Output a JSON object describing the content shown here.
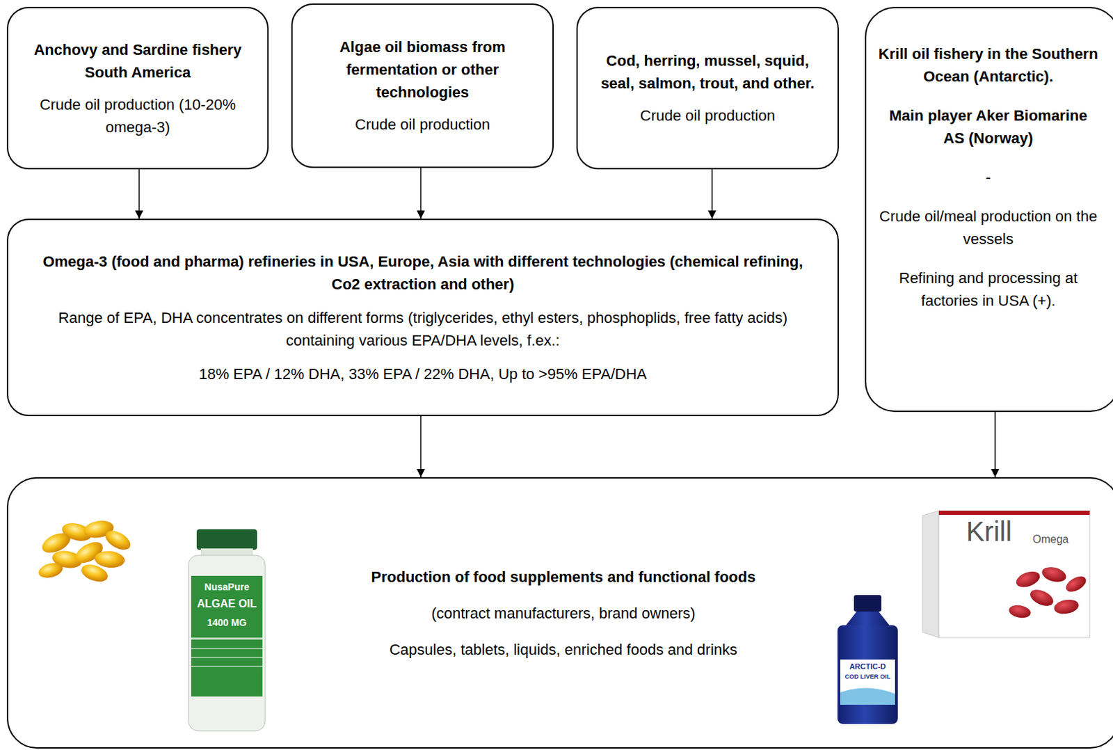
{
  "diagram": {
    "nodes": [
      {
        "text": [
          "Anchovy and Sardine fishery South America",
          "Crude oil production (10-20% omega-3)"
        ]
      },
      {
        "text": [
          "Algae oil biomass from fermentation or other technologies",
          "Crude oil production"
        ]
      },
      {
        "text": [
          "Cod, herring, mussel, squid, seal, salmon, trout, and other.",
          "Crude oil production"
        ]
      },
      {
        "text": [
          "Krill oil fishery in the Southern Ocean (Antarctic).",
          "Main player Aker Biomarine AS (Norway)",
          "-",
          "Crude oil/meal production on the vessels",
          "Refining and processing at factories in USA (+)."
        ]
      },
      {
        "text": [
          "Omega-3 (food and pharma) refineries in USA, Europe, Asia with different technologies (chemical refining, Co2 extraction and other)",
          "Range of EPA, DHA concentrates on different forms (triglycerides, ethyl esters, phosphoplids, free fatty acids) containing various EPA/DHA levels, f.ex.:",
          "18% EPA / 12% DHA, 33% EPA / 22% DHA, Up to >95% EPA/DHA"
        ]
      },
      {
        "text": [
          "Production of food supplements and functional foods",
          "(contract manufacturers, brand owners)",
          "Capsules, tablets, liquids, enriched foods and drinks"
        ]
      }
    ],
    "edges": [
      {
        "from": 0,
        "to": 4,
        "arrow": "to"
      },
      {
        "from": 1,
        "to": 4,
        "arrow": "to"
      },
      {
        "from": 2,
        "to": 4,
        "arrow": "to"
      },
      {
        "from": 4,
        "to": 5,
        "arrow": "to"
      },
      {
        "from": 3,
        "to": 5,
        "arrow": "to"
      }
    ],
    "labels": [
      "NusaPure",
      "ALGAE OIL",
      "1400 MG",
      "ARCTIC-D",
      "COD LIVER OIL",
      "Krill",
      "Omega"
    ]
  }
}
